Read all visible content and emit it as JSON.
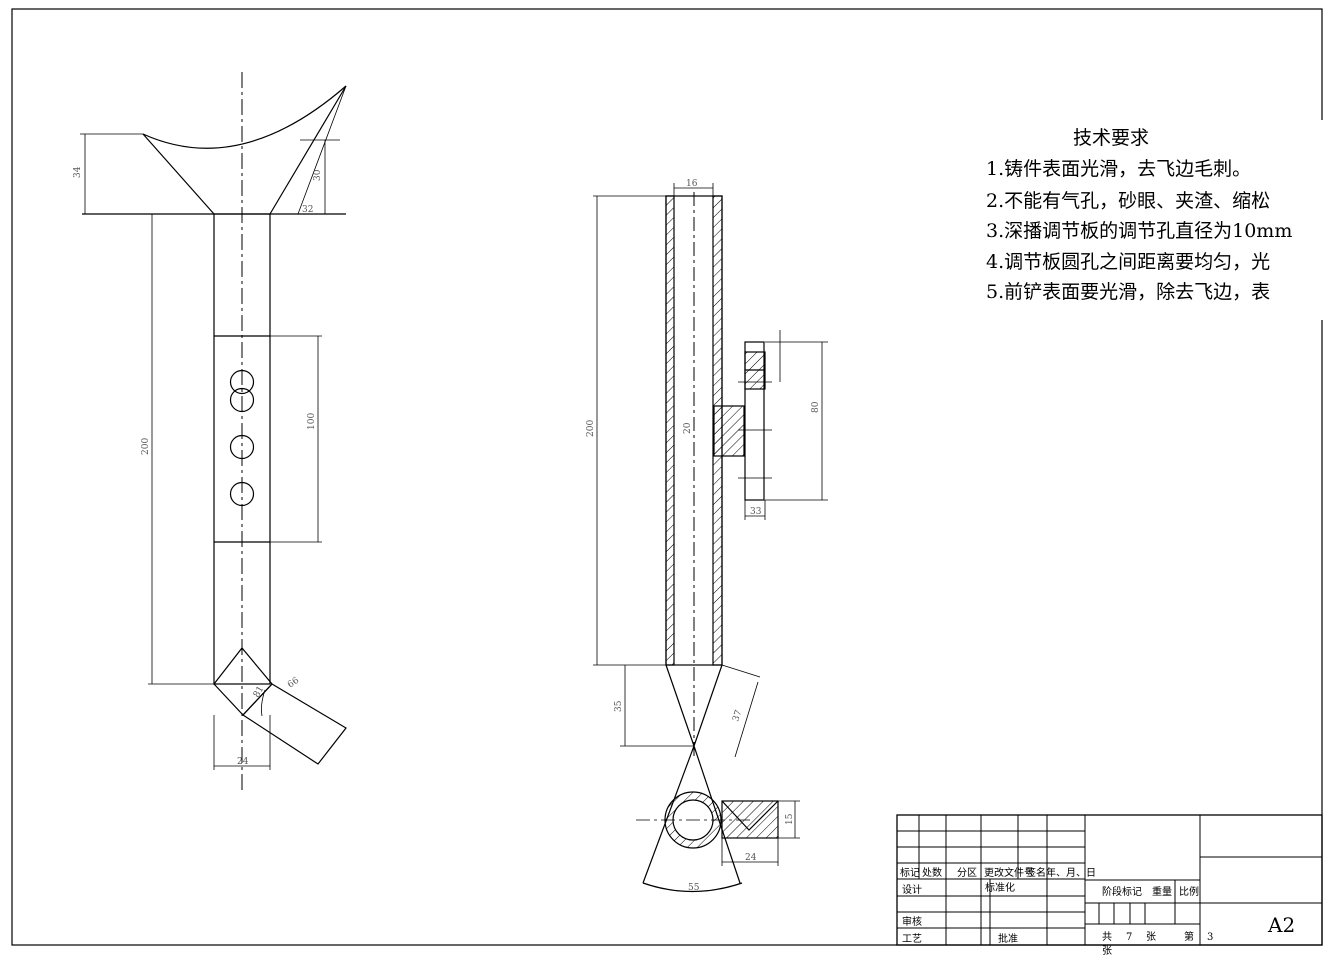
{
  "tech_requirements": {
    "title": "技术要求",
    "items": [
      "1.铸件表面光滑，去飞边毛刺。",
      "2.不能有气孔，砂眼、夹渣、缩松",
      "3.深播调节板的调节孔直径为10mm",
      "4.调节板圆孔之间距离要均匀，光",
      "5.前铲表面要光滑，除去飞边，表"
    ]
  },
  "dimensions": {
    "left": [
      "34",
      "30",
      "32",
      "200",
      "100",
      "24",
      "81",
      "66"
    ],
    "middle": [
      "16",
      "200",
      "35",
      "37",
      "15",
      "80",
      "20",
      "24",
      "33",
      "55"
    ]
  },
  "title_block": {
    "revision_headers": [
      "标记",
      "处数",
      "分区",
      "更改文件号",
      "签名",
      "年、月、日"
    ],
    "designer": "设计",
    "standardization": "标准化",
    "checker": "审核",
    "process": "工艺",
    "approval": "批准",
    "stage_mark": "阶段标记",
    "weight": "重量",
    "scale": "比例",
    "total_prefix": "共",
    "total_sheets": "7",
    "sheet_unit": "张",
    "sheet_prefix": "第",
    "sheet_no": "3",
    "sheet_unit2": "张",
    "paper_size": "A2"
  }
}
